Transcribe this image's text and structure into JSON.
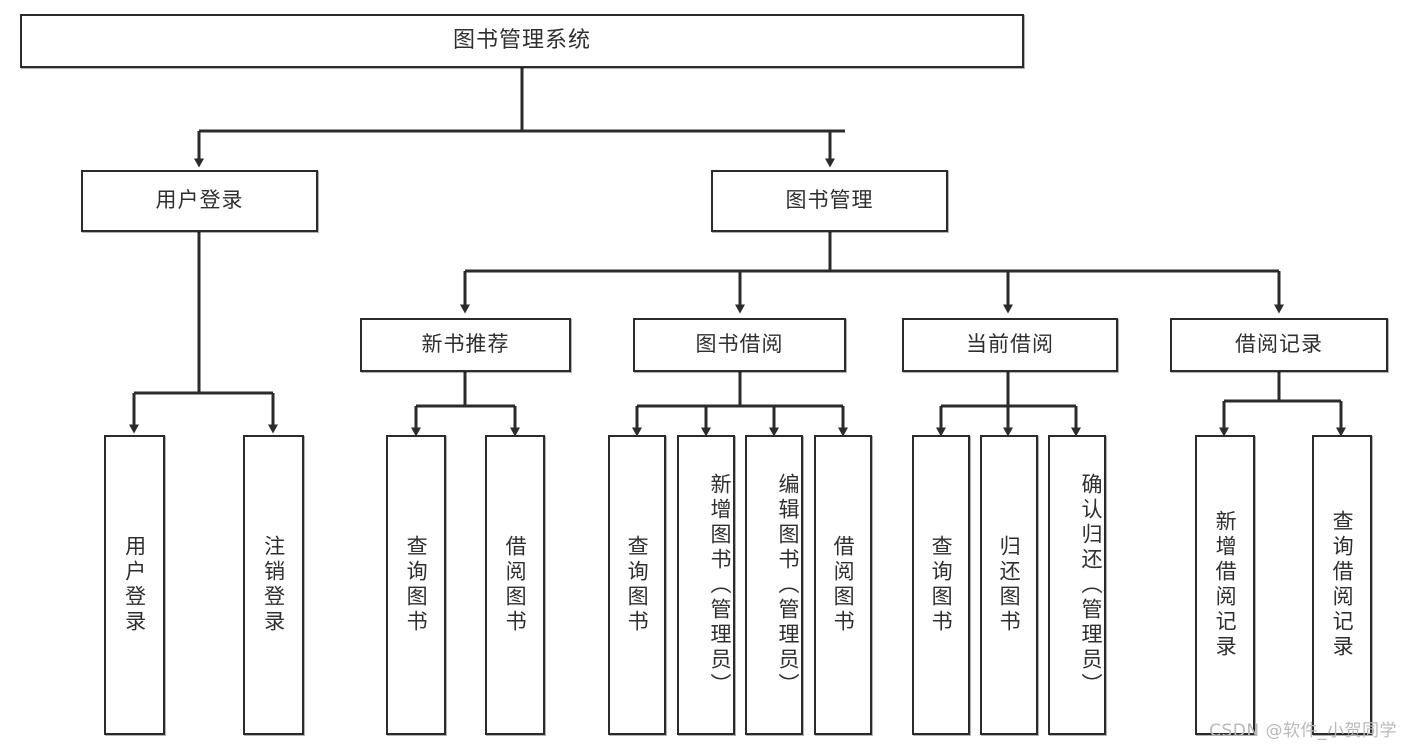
{
  "diagram": {
    "title": "图书管理系统",
    "type": "tree-hierarchy-chart",
    "colors": {
      "box_border": "#2b2b2b",
      "box_fill": "#ffffff",
      "text": "#2f2f2f",
      "connector": "#2b2b2b",
      "watermark": "#b9b9b9"
    },
    "watermark": "CSDN @软件_小贺同学",
    "root": {
      "id": "root",
      "label": "图书管理系统"
    },
    "level2": [
      {
        "id": "user-login",
        "label": "用户登录"
      },
      {
        "id": "book-manage",
        "label": "图书管理"
      }
    ],
    "level3": [
      {
        "id": "new-book-recommend",
        "label": "新书推荐",
        "parent": "book-manage"
      },
      {
        "id": "book-borrow",
        "label": "图书借阅",
        "parent": "book-manage"
      },
      {
        "id": "current-borrow",
        "label": "当前借阅",
        "parent": "book-manage"
      },
      {
        "id": "borrow-record",
        "label": "借阅记录",
        "parent": "book-manage"
      }
    ],
    "leaves": {
      "user-login": [
        {
          "id": "leaf-user-login",
          "label": "用户登录"
        },
        {
          "id": "leaf-user-logout",
          "label": "注销登录"
        }
      ],
      "new-book-recommend": [
        {
          "id": "leaf-query-book-1",
          "label": "查询图书"
        },
        {
          "id": "leaf-borrow-book-1",
          "label": "借阅图书"
        }
      ],
      "book-borrow": [
        {
          "id": "leaf-query-book-2",
          "label": "查询图书"
        },
        {
          "id": "leaf-add-book",
          "label": "新增图书（管理员）"
        },
        {
          "id": "leaf-edit-book",
          "label": "编辑图书（管理员）"
        },
        {
          "id": "leaf-borrow-book-2",
          "label": "借阅图书"
        }
      ],
      "current-borrow": [
        {
          "id": "leaf-query-book-3",
          "label": "查询图书"
        },
        {
          "id": "leaf-return-book",
          "label": "归还图书"
        },
        {
          "id": "leaf-confirm-return",
          "label": "确认归还（管理员）"
        }
      ],
      "borrow-record": [
        {
          "id": "leaf-add-record",
          "label": "新增借阅记录"
        },
        {
          "id": "leaf-query-record",
          "label": "查询借阅记录"
        }
      ]
    }
  }
}
